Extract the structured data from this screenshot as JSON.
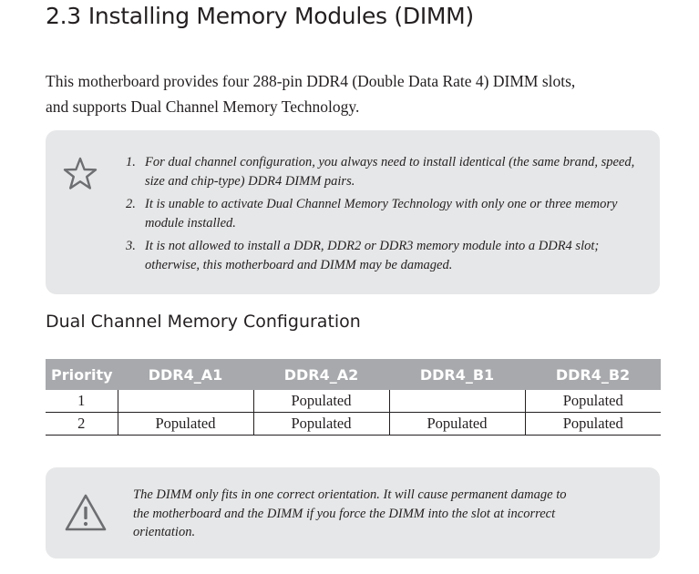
{
  "section": {
    "number": "2.3",
    "title": "Installing Memory Modules (DIMM)"
  },
  "intro": {
    "line1": "This motherboard provides four 288-pin DDR4 (Double Data Rate 4) DIMM slots,",
    "line2": "and supports Dual Channel Memory Technology."
  },
  "note": {
    "icon": "star-icon",
    "items": [
      {
        "num": "1.",
        "text": "For dual channel configuration, you always need to install identical (the same brand, speed, size and chip-type) DDR4 DIMM pairs."
      },
      {
        "num": "2.",
        "text": "It is unable to activate Dual Channel Memory Technology with only one or three memory module installed."
      },
      {
        "num": "3.",
        "text": "It is not allowed to install a DDR, DDR2 or DDR3 memory module into a DDR4 slot; otherwise, this motherboard and DIMM may be damaged."
      }
    ]
  },
  "config": {
    "title": "Dual Channel Memory Configuration",
    "headers": [
      "Priority",
      "DDR4_A1",
      "DDR4_A2",
      "DDR4_B1",
      "DDR4_B2"
    ],
    "rows": [
      [
        "1",
        "",
        "Populated",
        "",
        "Populated"
      ],
      [
        "2",
        "Populated",
        "Populated",
        "Populated",
        "Populated"
      ]
    ]
  },
  "warning": {
    "icon": "warning-triangle-icon",
    "line1": "The DIMM only fits in one correct orientation. It will cause permanent damage to",
    "line2": "the motherboard and the DIMM if you force the DIMM into the slot at incorrect",
    "line3": "orientation."
  },
  "colors": {
    "text": "#231f20",
    "box_bg": "#e6e7e8",
    "table_header_bg": "#a7a9ac",
    "icon_stroke": "#6d6e71"
  }
}
